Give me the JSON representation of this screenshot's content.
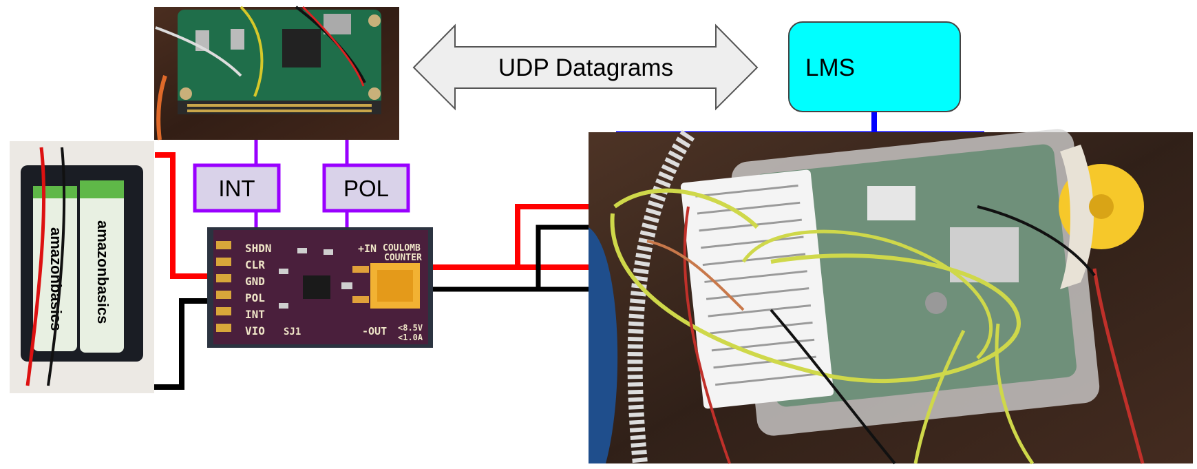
{
  "udp_label": "UDP Datagrams",
  "lms_label": "LMS",
  "int_label": "INT",
  "pol_label": "POL",
  "battery_text": {
    "brand_a": "amazonbasics",
    "brand_b": "amazonbasics"
  },
  "board_pins": [
    "SHDN",
    "CLR",
    "GND",
    "POL",
    "INT",
    "VIO"
  ],
  "board_text": {
    "in_label": "+IN",
    "title1": "COULOMB",
    "title2": "COUNTER",
    "out_label": "-OUT",
    "spec1": "<8.5V",
    "spec2": "<1.0A",
    "sj1": "SJ1"
  },
  "colors": {
    "arrow_fill": "#eeeeee",
    "lms_fill": "#00ffff",
    "label_box_fill": "#d9d2e9",
    "label_box_stroke": "#9900ff",
    "wire_red": "#ff0000",
    "wire_black": "#000000",
    "wire_blue": "#0000ff",
    "board_purple": "#4a1f3c"
  }
}
